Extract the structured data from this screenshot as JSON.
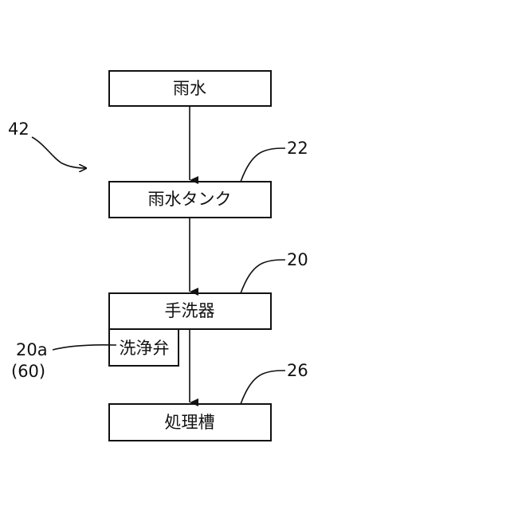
{
  "diagram": {
    "nodes": {
      "rainwater": {
        "label": "雨水"
      },
      "tank": {
        "label": "雨水タンク"
      },
      "washbasin": {
        "label": "手洗器"
      },
      "valve": {
        "label": "洗浄弁"
      },
      "treatment": {
        "label": "処理槽"
      }
    },
    "refs": {
      "system": "42",
      "tank": "22",
      "washbasin": "20",
      "valve_main": "20a",
      "valve_alt": "(60)",
      "treatment": "26"
    },
    "colors": {
      "line": "#111111",
      "background": "#ffffff"
    }
  }
}
